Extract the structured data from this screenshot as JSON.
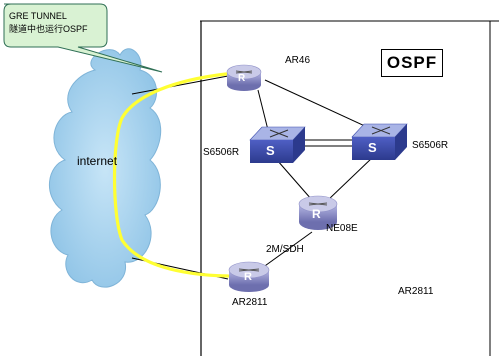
{
  "callout": {
    "line1": "GRE TUNNEL",
    "line2": "隧道中也运行OSPF"
  },
  "cloud": {
    "label": "internet"
  },
  "domain_box": {
    "label": "OSPF"
  },
  "devices": {
    "ar46": {
      "label": "AR46",
      "glyph": "R",
      "icon": "router-icon"
    },
    "s6506r_left": {
      "label": "S6506R",
      "glyph": "S",
      "icon": "switch-icon"
    },
    "s6506r_right": {
      "label": "S6506R",
      "glyph": "S",
      "icon": "switch-icon"
    },
    "ne08e": {
      "label": "NE08E",
      "glyph": "R",
      "icon": "router-icon"
    },
    "ar2811_left": {
      "label": "AR2811",
      "glyph": "R",
      "icon": "router-icon"
    },
    "ar2811_right": {
      "label": "AR2811"
    }
  },
  "links": {
    "sdh": "2M/SDH"
  },
  "colors": {
    "tunnel": "#ffff33",
    "cloud": "#a9d2ec",
    "callout_fill": "#d9f2d3",
    "router_body": "#8f90c8",
    "switch_body": "#3f4fae",
    "switch_top": "#a9b4e6"
  }
}
